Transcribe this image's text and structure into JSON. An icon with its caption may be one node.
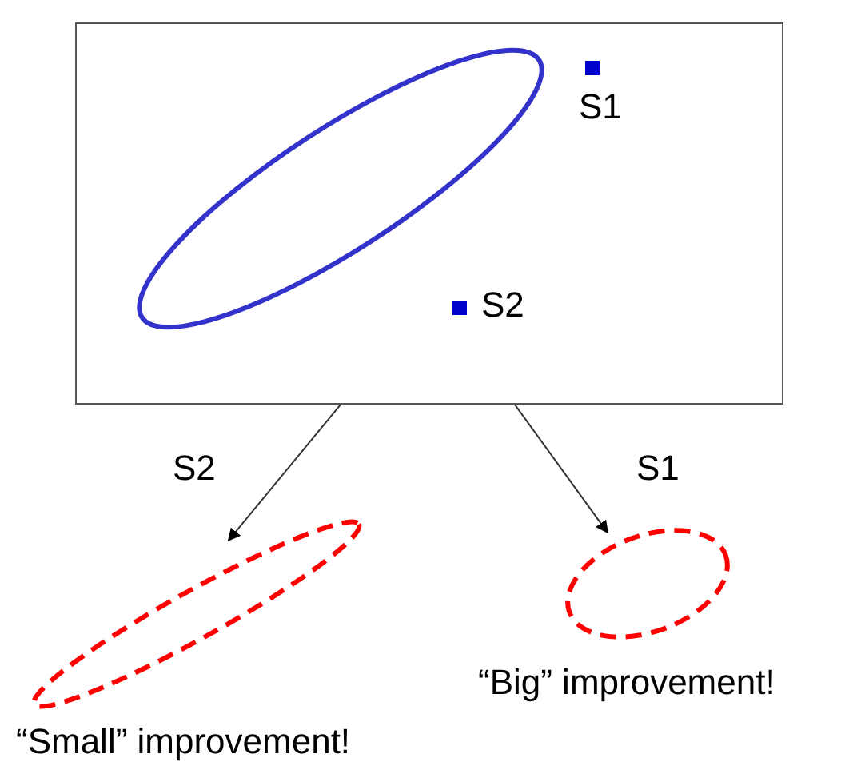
{
  "diagram": {
    "nodes": [
      {
        "text": [],
        "shape": "box"
      },
      {
        "text": [],
        "shape": "ellipse",
        "beside": [
          "“Small” improvement!"
        ]
      },
      {
        "text": [],
        "shape": "ellipse",
        "beside": [
          "“Big” improvement!"
        ]
      }
    ],
    "edges": [
      {
        "from": 0,
        "to": 1,
        "arrow": "to",
        "label": "S2"
      },
      {
        "from": 0,
        "to": 2,
        "arrow": "to",
        "label": "S1"
      }
    ],
    "labels": [
      "S1",
      "S2"
    ]
  }
}
